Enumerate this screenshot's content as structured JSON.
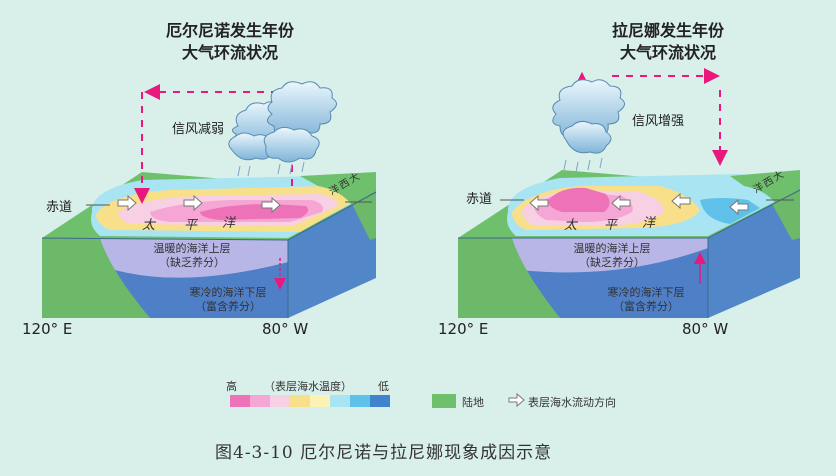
{
  "left_panel": {
    "title_line1": "厄尔尼诺发生年份",
    "title_line2": "大气环流状况",
    "wind_label": "信风减弱",
    "equator_label": "赤道",
    "ocean_name": [
      "太",
      "平",
      "洋"
    ],
    "atlantic_chars": [
      "大",
      "西",
      "洋"
    ],
    "upper_layer": [
      "温暖的海洋上层",
      "（缺乏养分）"
    ],
    "lower_layer": [
      "寒冷的海洋下层",
      "（富含养分）"
    ],
    "lon_west": "120° E",
    "lon_east": "80° W"
  },
  "right_panel": {
    "title_line1": "拉尼娜发生年份",
    "title_line2": "大气环流状况",
    "wind_label": "信风增强",
    "equator_label": "赤道",
    "ocean_name": [
      "太",
      "平",
      "洋"
    ],
    "atlantic_chars": [
      "大",
      "西",
      "洋"
    ],
    "upper_layer": [
      "温暖的海洋上层",
      "（缺乏养分）"
    ],
    "lower_layer": [
      "寒冷的海洋下层",
      "（富含养分）"
    ],
    "lon_west": "120° E",
    "lon_east": "80° W"
  },
  "legend": {
    "high": "高",
    "title": "（表层海水温度）",
    "low": "低",
    "temperature_colors": [
      "#ee72b8",
      "#f6a6d4",
      "#f8d0e4",
      "#f8e08a",
      "#fbf3b6",
      "#a8e4f2",
      "#5fc0ea",
      "#3f84cc"
    ],
    "land_label": "陆地",
    "land_color": "#6fc06c",
    "flow_label": "表层海水流动方向",
    "flow_icon": "hollow-arrow-icon"
  },
  "caption": "图4-3-10   厄尔尼诺与拉尼娜现象成因示意"
}
